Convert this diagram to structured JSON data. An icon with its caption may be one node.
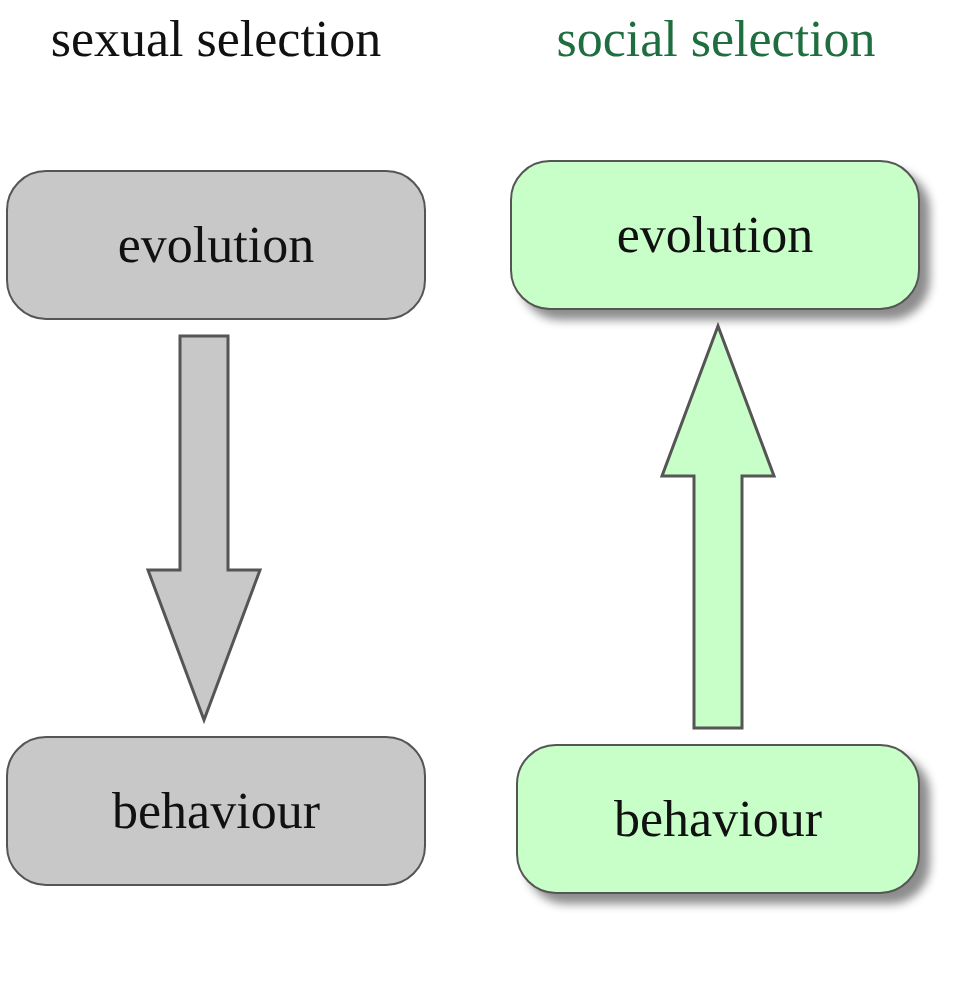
{
  "diagram": {
    "nodes": [
      {
        "text": [
          "evolution"
        ]
      },
      {
        "text": [
          "evolution"
        ]
      },
      {
        "text": [
          "behaviour"
        ]
      },
      {
        "text": [
          "behaviour"
        ]
      }
    ],
    "edges": [
      {
        "from": 0,
        "to": 2,
        "arrow": "to",
        "style": "thick",
        "color": "#c8c8c8"
      },
      {
        "from": 3,
        "to": 1,
        "arrow": "to",
        "style": "thick",
        "color": "#c8ffc8"
      }
    ],
    "labels": [
      "sexual selection",
      "social selection"
    ]
  }
}
